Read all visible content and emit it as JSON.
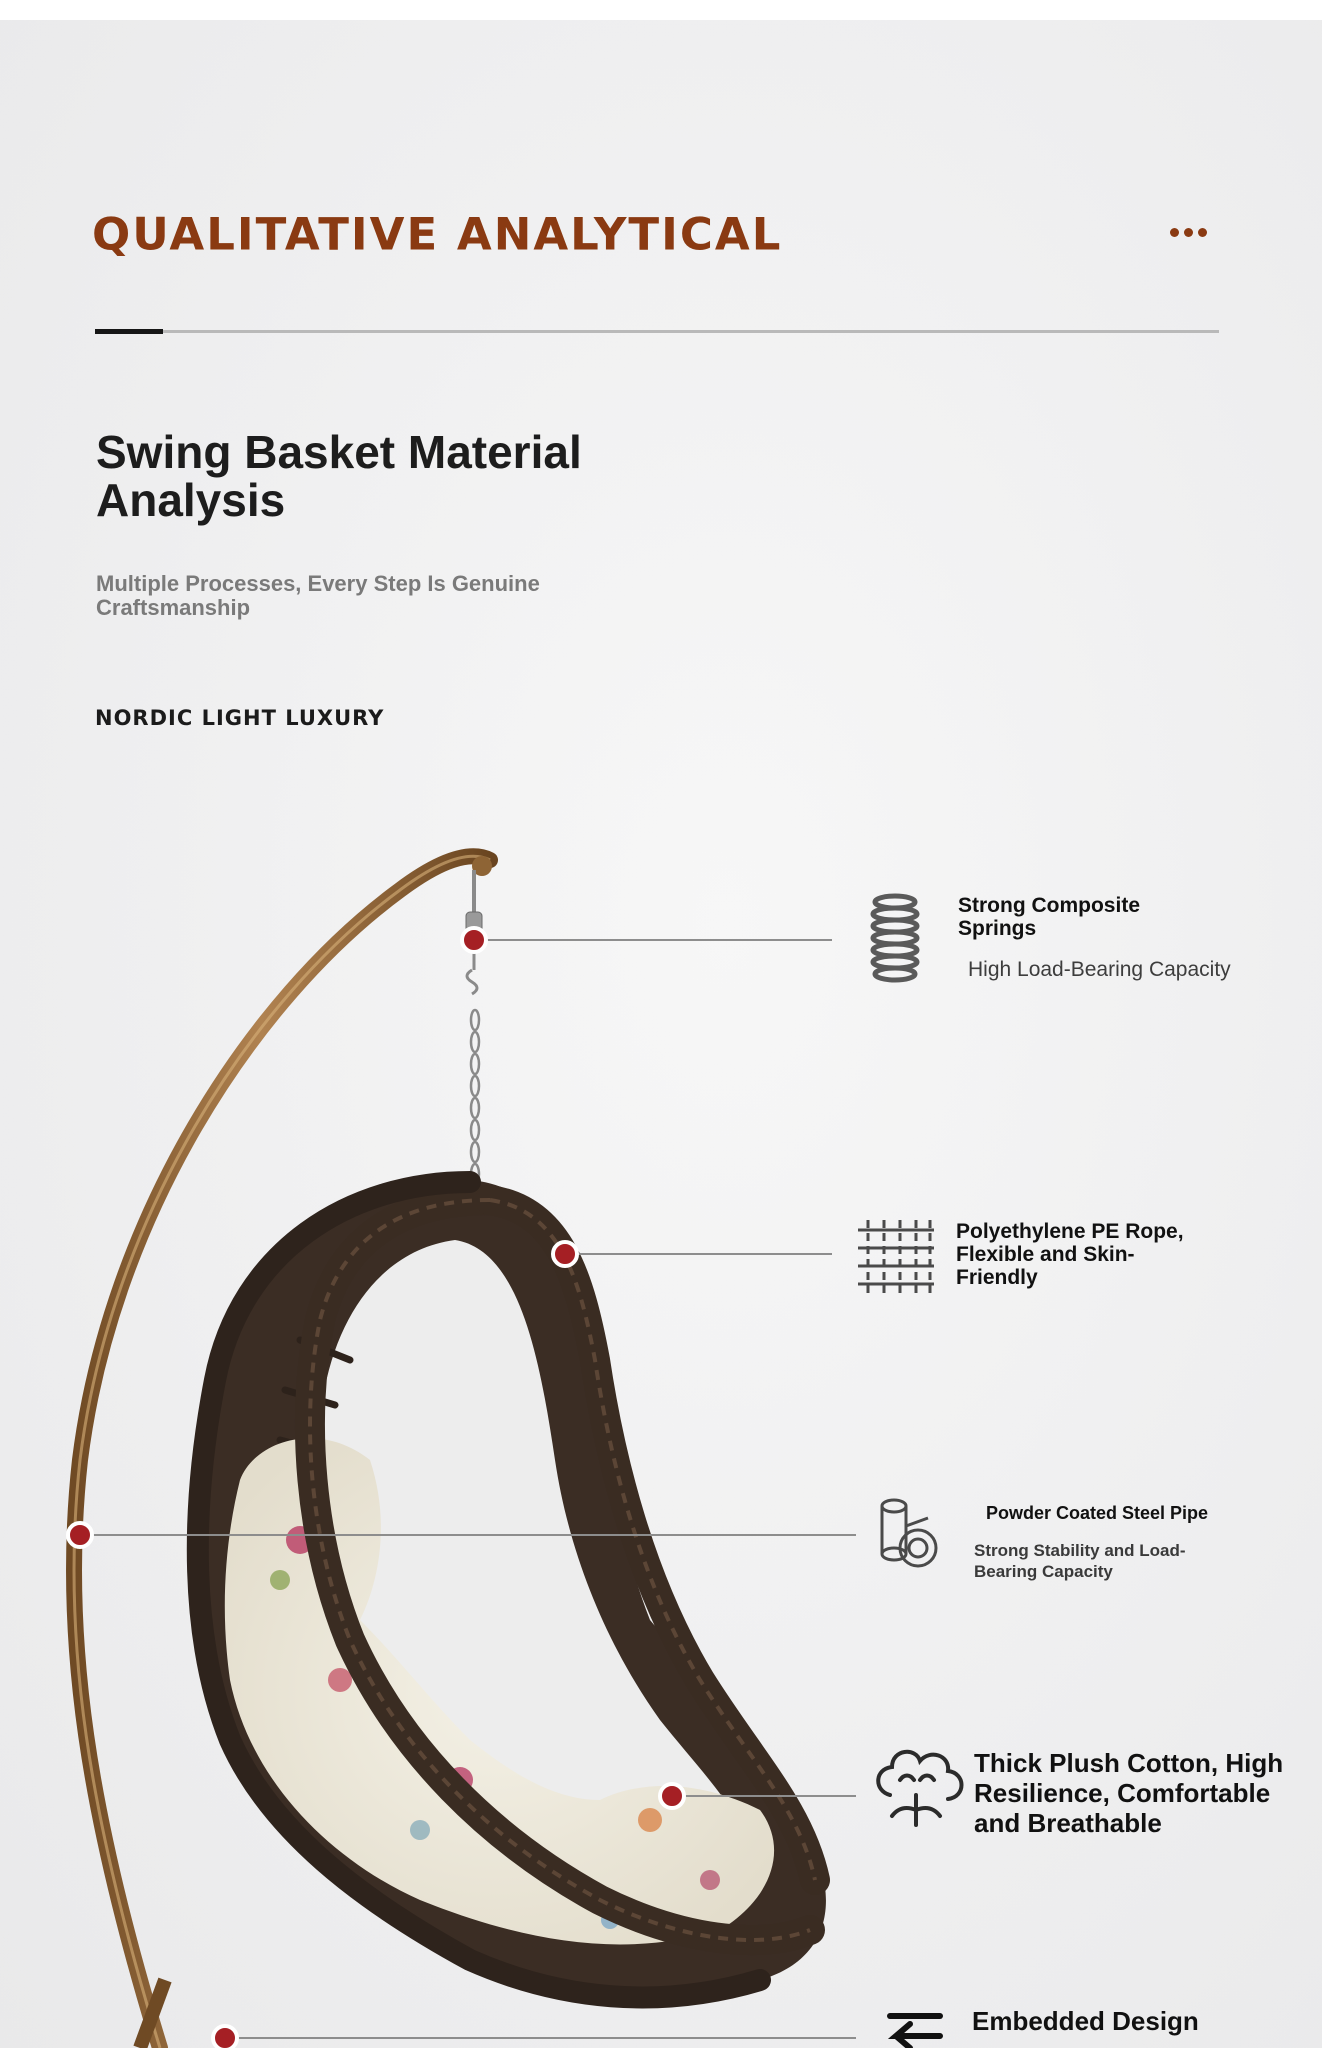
{
  "header": {
    "heading": "QUALITATIVE ANALYTICAL",
    "more_icon": "ellipsis-icon"
  },
  "intro": {
    "title": "Swing Basket Material Analysis",
    "subtitle": "Multiple Processes, Every Step Is Genuine Craftsmanship",
    "brand": "NORDIC LIGHT LUXURY"
  },
  "features": [
    {
      "icon": "spring-coil-icon",
      "title": "Strong Composite Springs",
      "subtitle": "High Load-Bearing Capacity"
    },
    {
      "icon": "woven-rope-icon",
      "title": "Polyethylene PE Rope, Flexible and Skin-Friendly",
      "subtitle": ""
    },
    {
      "icon": "steel-pipe-icon",
      "title": "Powder Coated Steel Pipe",
      "subtitle": "Strong Stability and Load-Bearing Capacity"
    },
    {
      "icon": "cotton-flower-icon",
      "title": "Thick Plush Cotton, High Resilience, Comfortable and Breathable",
      "subtitle": ""
    },
    {
      "icon": "embedded-arrow-icon",
      "title": "Embedded Design",
      "subtitle": ""
    }
  ],
  "colors": {
    "heading": "#8a3a12",
    "marker": "#a51f24",
    "frame": "#8e6435",
    "rattan": "#3a2c22"
  }
}
